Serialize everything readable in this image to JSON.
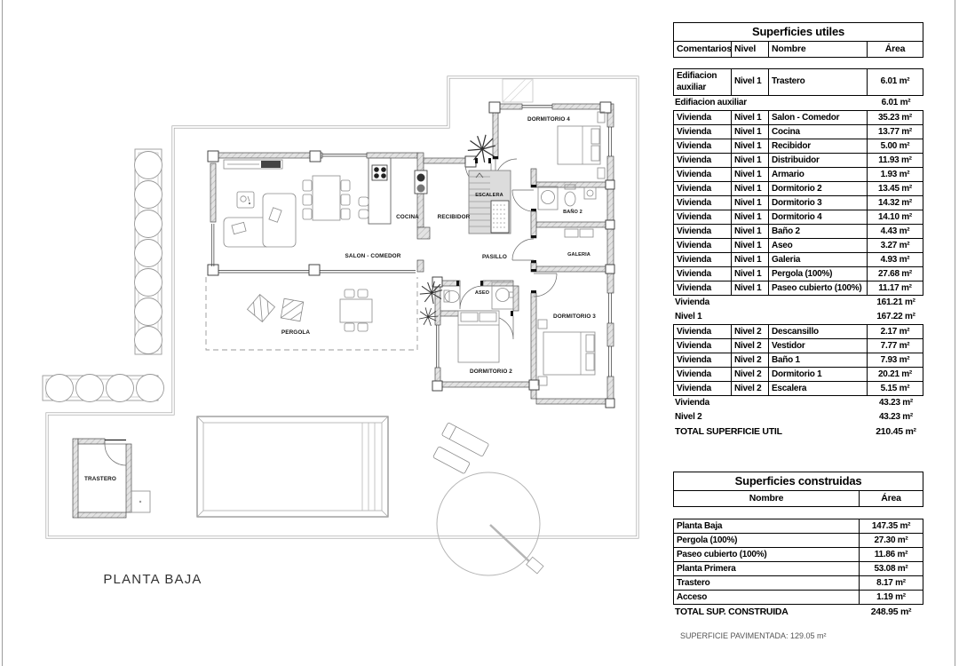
{
  "plan": {
    "caption": "PLANTA BAJA",
    "labels": {
      "salon": "SALON - COMEDOR",
      "cocina": "COCINA",
      "recibidor": "RECIBIDOR",
      "escalera": "ESCALERA",
      "pasillo": "PASILLO",
      "aseo": "ASEO",
      "dormitorio2": "DORMITORIO 2",
      "dormitorio3": "DORMITORIO 3",
      "dormitorio4": "DORMITORIO 4",
      "bano2": "BAÑO 2",
      "galeria": "GALERIA",
      "pergola": "PERGOLA",
      "trastero": "TRASTERO"
    }
  },
  "t1": {
    "title": "Superficies utiles",
    "h": [
      "Comentarios",
      "Nivel",
      "Nombre",
      "Área"
    ],
    "rows": [
      {
        "c": "Edifiacion auxiliar",
        "n": "Nivel 1",
        "m": "Trastero",
        "a": "6.01 m²"
      },
      {
        "m": "Edifiacion auxiliar",
        "a": "6.01 m²"
      },
      {
        "c": "Vivienda",
        "n": "Nivel 1",
        "m": "Salon - Comedor",
        "a": "35.23 m²"
      },
      {
        "c": "Vivienda",
        "n": "Nivel 1",
        "m": "Cocina",
        "a": "13.77 m²"
      },
      {
        "c": "Vivienda",
        "n": "Nivel 1",
        "m": "Recibidor",
        "a": "5.00 m²"
      },
      {
        "c": "Vivienda",
        "n": "Nivel 1",
        "m": "Distribuidor",
        "a": "11.93 m²"
      },
      {
        "c": "Vivienda",
        "n": "Nivel 1",
        "m": "Armario",
        "a": "1.93 m²"
      },
      {
        "c": "Vivienda",
        "n": "Nivel 1",
        "m": "Dormitorio 2",
        "a": "13.45 m²"
      },
      {
        "c": "Vivienda",
        "n": "Nivel 1",
        "m": "Dormitorio 3",
        "a": "14.32 m²"
      },
      {
        "c": "Vivienda",
        "n": "Nivel 1",
        "m": "Dormitorio 4",
        "a": "14.10 m²"
      },
      {
        "c": "Vivienda",
        "n": "Nivel 1",
        "m": "Baño 2",
        "a": "4.43 m²"
      },
      {
        "c": "Vivienda",
        "n": "Nivel 1",
        "m": "Aseo",
        "a": "3.27 m²"
      },
      {
        "c": "Vivienda",
        "n": "Nivel 1",
        "m": "Galeria",
        "a": "4.93 m²"
      },
      {
        "c": "Vivienda",
        "n": "Nivel 1",
        "m": "Pergola (100%)",
        "a": "27.68 m²"
      },
      {
        "c": "Vivienda",
        "n": "Nivel 1",
        "m": "Paseo cubierto (100%)",
        "a": "11.17 m²"
      },
      {
        "m": "Vivienda",
        "a": "161.21 m²"
      },
      {
        "m": "Nivel 1",
        "a": "167.22 m²"
      },
      {
        "c": "Vivienda",
        "n": "Nivel 2",
        "m": "Descansillo",
        "a": "2.17 m²"
      },
      {
        "c": "Vivienda",
        "n": "Nivel 2",
        "m": "Vestidor",
        "a": "7.77 m²"
      },
      {
        "c": "Vivienda",
        "n": "Nivel 2",
        "m": "Baño 1",
        "a": "7.93 m²"
      },
      {
        "c": "Vivienda",
        "n": "Nivel 2",
        "m": "Dormitorio 1",
        "a": "20.21 m²"
      },
      {
        "c": "Vivienda",
        "n": "Nivel 2",
        "m": "Escalera",
        "a": "5.15 m²"
      },
      {
        "m": "Vivienda",
        "a": "43.23 m²"
      },
      {
        "m": "Nivel 2",
        "a": "43.23 m²"
      },
      {
        "m": "TOTAL SUPERFICIE UTIL",
        "a": "210.45 m²"
      }
    ]
  },
  "t2": {
    "title": "Superficies construidas",
    "h": [
      "Nombre",
      "Área"
    ],
    "rows": [
      {
        "m": "Planta Baja",
        "a": "147.35 m²"
      },
      {
        "m": "Pergola (100%)",
        "a": "27.30 m²"
      },
      {
        "m": "Paseo cubierto (100%)",
        "a": "11.86 m²"
      },
      {
        "m": "Planta Primera",
        "a": "53.08 m²"
      },
      {
        "m": "Trastero",
        "a": "8.17 m²"
      },
      {
        "m": "Acceso",
        "a": "1.19 m²"
      },
      {
        "m": "TOTAL SUP. CONSTRUIDA",
        "a": "248.95 m²"
      }
    ]
  },
  "notes": {
    "pavimentada": "SUPERFICIE PAVIMENTADA: 129.05 m²"
  }
}
